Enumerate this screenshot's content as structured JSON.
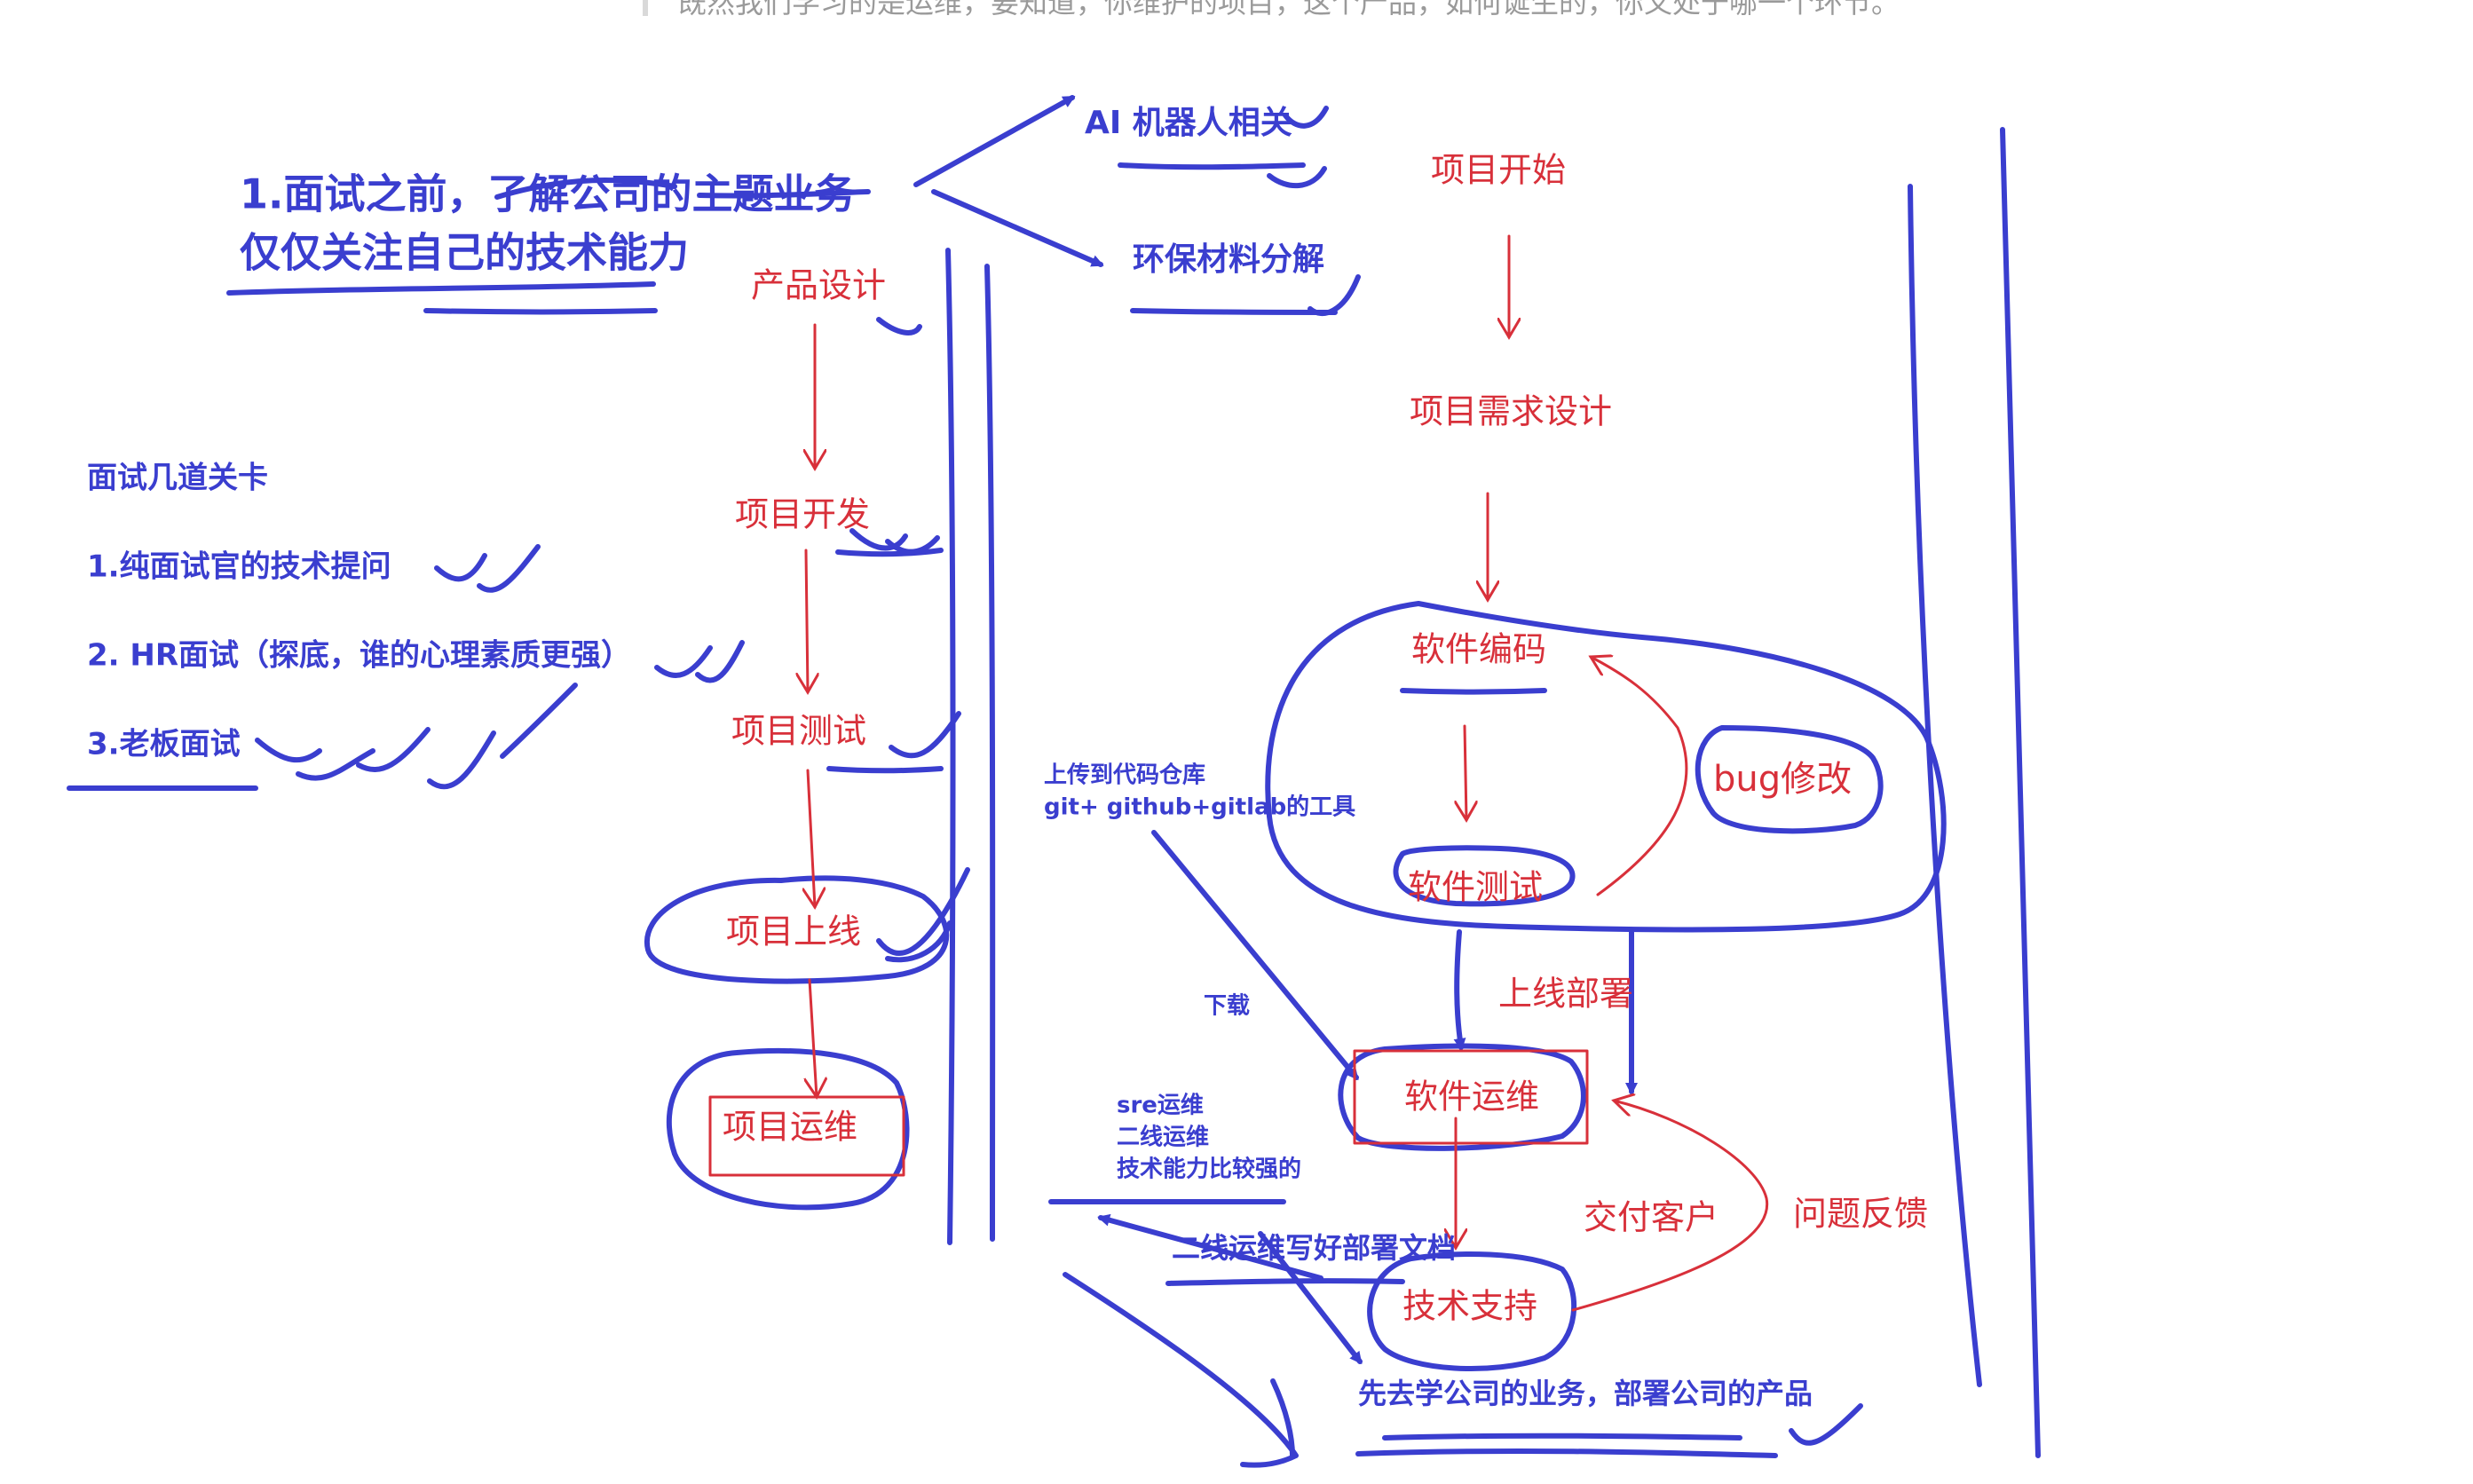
{
  "top_snippet": "既然我们学习的是运维，要知道，你维护的项目，这个产品，如何诞生的，你又处于哪一个环节。",
  "left_title": {
    "line1": "1.面试之前，了解公司的主题业务",
    "line2": "仅仅关注自己的技术能力"
  },
  "branches": {
    "ai": "AI 机器人相关",
    "env": "环保材料分解"
  },
  "interviews": {
    "heading": "面试几道关卡",
    "items": [
      "1.纯面试官的技术提问",
      "2. HR面试（探底，谁的心理素质更强）",
      "3.老板面试"
    ]
  },
  "left_flow": [
    "产品设计",
    "项目开发",
    "项目测试",
    "项目上线",
    "项目运维"
  ],
  "right_flow": {
    "start": "项目开始",
    "requirements": "项目需求设计",
    "coding": "软件编码",
    "testing": "软件测试",
    "bugfix": "bug修改",
    "deploy": "上线部署",
    "ops": "软件运维",
    "delivery": "交付客户",
    "feedback": "问题反馈",
    "support": "技术支持"
  },
  "notes": {
    "upload_line1": "上传到代码仓库",
    "upload_line2": "git+ github+gitlab的工具",
    "download": "下载",
    "sre_line1": "sre运维",
    "sre_line2": "二线运维",
    "sre_line3": "技术能力比较强的",
    "doc": "二线运维写好部署文档",
    "learn": "先去学公司的业务，部署公司的产品"
  },
  "colors": {
    "blue_ink": "#3a3ecf",
    "red_ink": "#d8303a",
    "background": "#ffffff"
  }
}
